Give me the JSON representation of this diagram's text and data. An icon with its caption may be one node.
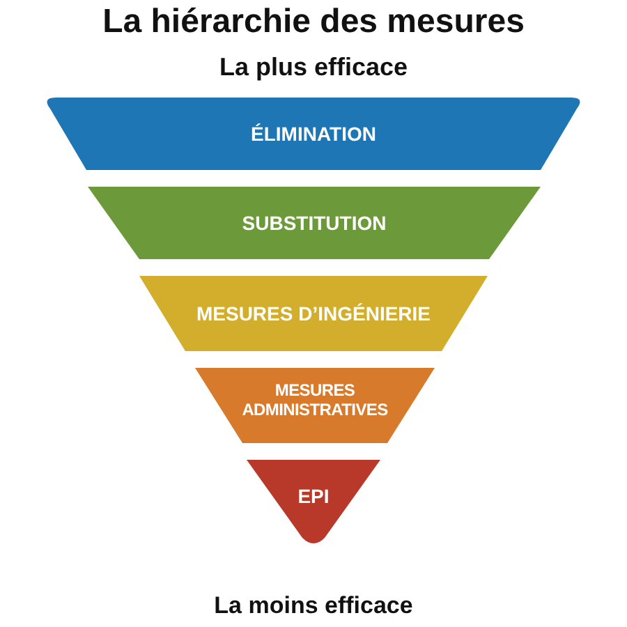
{
  "diagram": {
    "title": "La hiérarchie des mesures",
    "nodes": [
      {
        "text": [
          "ÉLIMINATION"
        ]
      },
      {
        "text": [
          "SUBSTITUTION"
        ]
      },
      {
        "text": [
          "MESURES D’INGÉNIERIE"
        ]
      },
      {
        "text": [
          "MESURES ADMINISTRATIVES"
        ]
      },
      {
        "text": [
          "EPI"
        ]
      }
    ],
    "labels": [
      "La plus efficace",
      "La moins efficace"
    ]
  }
}
